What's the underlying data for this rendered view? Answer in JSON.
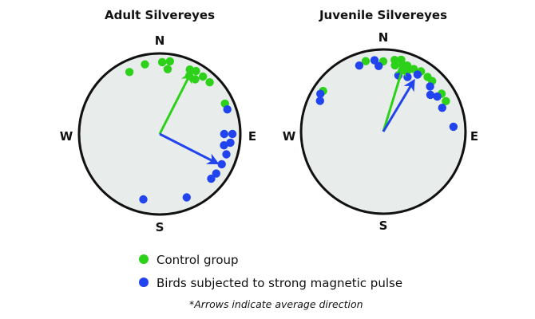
{
  "chart_data": {
    "type": "scatter",
    "subtype": "circular-orientation",
    "angle_convention": "compass bearing in degrees, clockwise from North",
    "colors": {
      "control": "#2ed11a",
      "pulse": "#2244ee",
      "circle_fill": "#e8edec",
      "circle_stroke": "#111111"
    },
    "legend": {
      "items": [
        {
          "key": "control",
          "label": "Control group"
        },
        {
          "key": "pulse",
          "label": "Birds subjected to strong magnetic pulse"
        }
      ],
      "note": "*Arrows indicate average direction",
      "placement": "bottom-center"
    },
    "panels": [
      {
        "title": "Adult Silvereyes",
        "compass_labels": {
          "n": "N",
          "e": "E",
          "s": "S",
          "w": "W"
        },
        "series": [
          {
            "name": "Control group",
            "key": "control",
            "bearings": [
              334,
              348,
              2,
              8,
              7,
              25,
              30,
              27,
              33,
              37,
              44,
              65
            ],
            "radial": [
              0.93,
              0.96,
              0.97,
              0.99,
              0.88,
              0.96,
              0.98,
              0.88,
              0.88,
              0.97,
              0.97,
              0.97
            ],
            "mean_bearing": 27,
            "mean_length": 0.85
          },
          {
            "name": "Birds subjected to strong magnetic pulse",
            "key": "pulse",
            "bearings": [
              70,
              90,
              90,
              97,
              100,
              107,
              116,
              125,
              131,
              157,
              194
            ],
            "radial": [
              0.97,
              0.87,
              0.98,
              0.96,
              0.88,
              0.94,
              0.93,
              0.93,
              0.92,
              0.93,
              0.91
            ],
            "mean_bearing": 117,
            "mean_length": 0.8
          }
        ]
      },
      {
        "title": "Juvenile Silvereyes",
        "compass_labels": {
          "n": "N",
          "e": "E",
          "s": "S",
          "w": "W"
        },
        "series": [
          {
            "name": "Control group",
            "key": "control",
            "bearings": [
              304,
              346,
              0,
              9,
              14,
              10,
              16,
              20,
              17,
              22,
              26,
              32,
              39,
              44,
              57,
              64
            ],
            "radial": [
              0.96,
              0.96,
              0.93,
              0.96,
              0.98,
              0.89,
              0.92,
              0.93,
              0.85,
              0.88,
              0.92,
              0.94,
              0.93,
              0.93,
              0.92,
              0.92
            ],
            "mean_bearing": 17,
            "mean_length": 0.83
          },
          {
            "name": "Birds subjected to strong magnetic pulse",
            "key": "pulse",
            "bearings": [
              340,
              353,
              356,
              301,
              296,
              15,
              24,
              31,
              46,
              52,
              57,
              68,
              86
            ],
            "radial": [
              0.93,
              0.95,
              0.87,
              0.97,
              0.93,
              0.77,
              0.79,
              0.88,
              0.86,
              0.79,
              0.85,
              0.84,
              0.93
            ],
            "mean_bearing": 31,
            "mean_length": 0.72
          }
        ]
      }
    ]
  }
}
